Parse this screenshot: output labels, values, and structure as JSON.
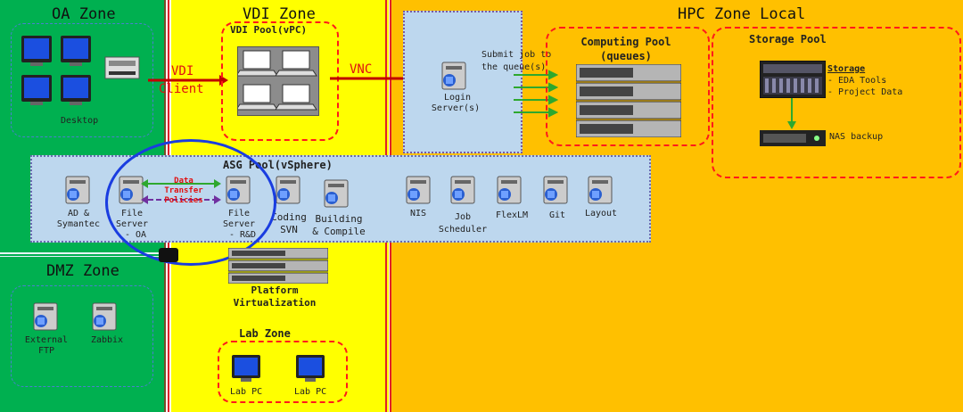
{
  "zones": {
    "oa": {
      "title": "OA Zone",
      "desktop_label": "Desktop"
    },
    "vdi": {
      "title": "VDI Zone",
      "pool_label": "VDI Pool(vPC)"
    },
    "hpc": {
      "title": "HPC Zone Local"
    },
    "dmz": {
      "title": "DMZ Zone",
      "ftp_label": "External FTP",
      "zabbix_label": "Zabbix"
    },
    "lab": {
      "title": "Lab Zone",
      "pc1_label": "Lab PC",
      "pc2_label": "Lab PC"
    }
  },
  "connections": {
    "vdi_client_line1": "VDI",
    "vdi_client_line2": "Client",
    "vnc": "VNC",
    "submit_job_line1": "Submit job to",
    "submit_job_line2": "the queue(s)"
  },
  "login": {
    "line1": "Login",
    "line2": "Server(s)"
  },
  "computing": {
    "title_line1": "Computing Pool",
    "title_line2": "(queues)"
  },
  "storage": {
    "title": "Storage Pool",
    "label": "Storage",
    "item1": "-  EDA Tools",
    "item2": "-  Project Data",
    "nas": "NAS backup"
  },
  "asg": {
    "title": "ASG Pool(vSphere)",
    "servers": {
      "ad_line1": "AD &",
      "ad_line2": "Symantec",
      "fs_oa_line1": "File",
      "fs_oa_line2": "Server",
      "fs_oa_line3": "- OA",
      "fs_rd_line1": "File",
      "fs_rd_line2": "Server",
      "fs_rd_line3": "- R&D",
      "coding_line1": "Coding",
      "coding_line2": "SVN",
      "building_line1": "Building",
      "building_line2": "& Compile",
      "nis": "NIS",
      "job_line1": "Job",
      "job_line2": "Scheduler",
      "flexlm": "FlexLM",
      "git": "Git",
      "layout": "Layout"
    },
    "data_transfer_line1": "Data",
    "data_transfer_line2": "Transfer",
    "data_transfer_line3": "Policies"
  },
  "platform": {
    "line1": "Platform",
    "line2": "Virtualization"
  },
  "colors": {
    "oa_green": "#00b050",
    "vdi_yellow": "#ffff00",
    "hpc_orange": "#ffc000",
    "pool_blue": "#bdd7ee",
    "red_dash": "#ff1a1a",
    "arrow_red": "#c00000",
    "arrow_green": "#2ea82e"
  }
}
